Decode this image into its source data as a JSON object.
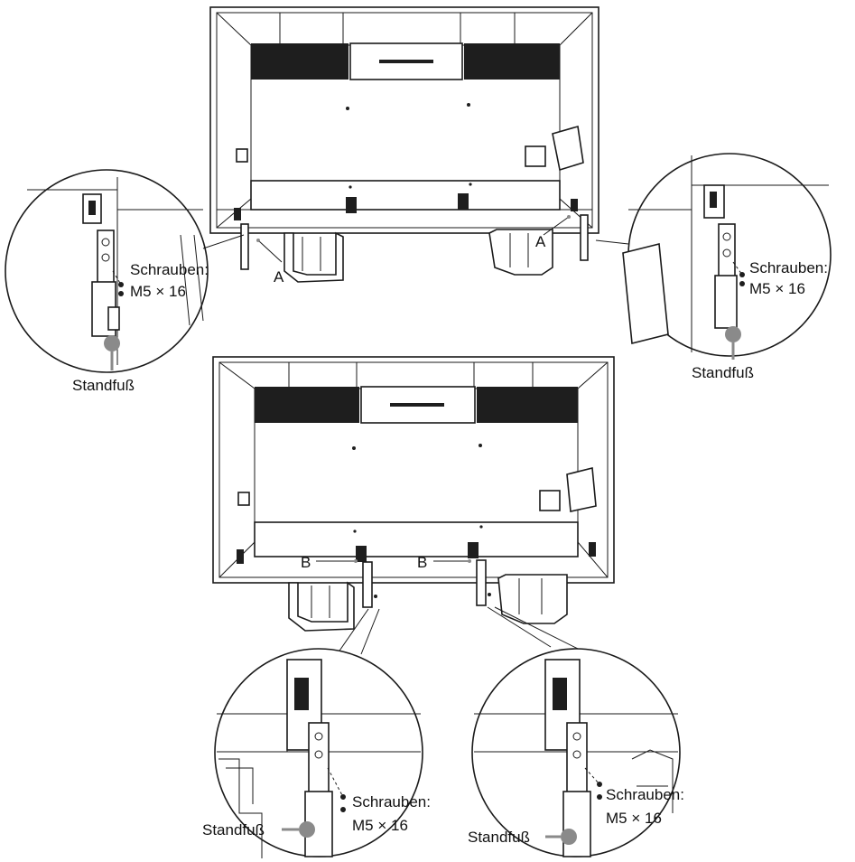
{
  "labels": {
    "screws": "Schrauben:",
    "screw_size": "M5 × 16",
    "stand": "Standfuß",
    "point_a": "A",
    "point_b": "B"
  },
  "colors": {
    "line": "#1a1a1a",
    "panel": "#1e1e1e",
    "marker": "#8a8a8a"
  }
}
